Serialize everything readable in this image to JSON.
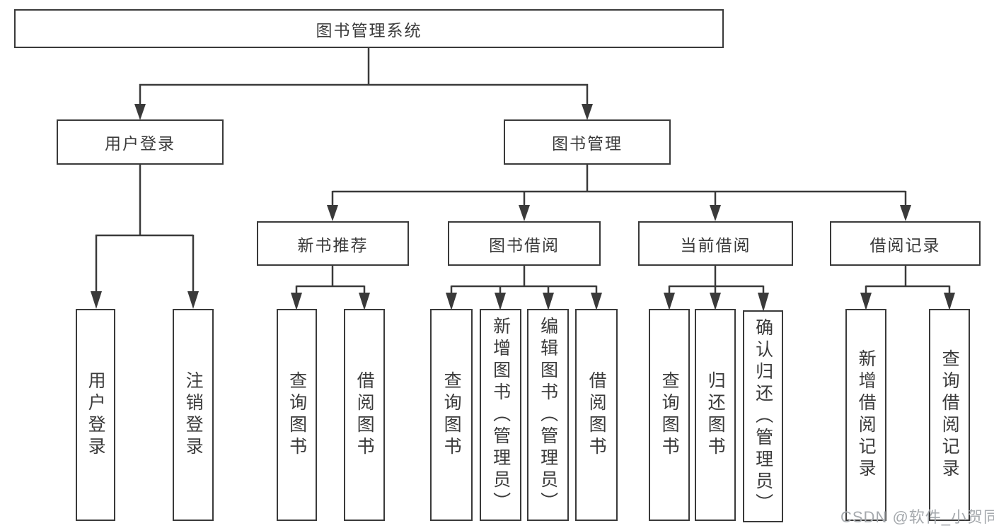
{
  "diagram": {
    "root": {
      "label": "图书管理系统"
    },
    "level2": [
      {
        "label": "用户登录"
      },
      {
        "label": "图书管理"
      }
    ],
    "level3": [
      {
        "label": "新书推荐"
      },
      {
        "label": "图书借阅"
      },
      {
        "label": "当前借阅"
      },
      {
        "label": "借阅记录"
      }
    ],
    "leaves": [
      {
        "label": "用户登录"
      },
      {
        "label": "注销登录"
      },
      {
        "label": "查询图书"
      },
      {
        "label": "借阅图书"
      },
      {
        "label": "查询图书"
      },
      {
        "label": "新增图书（管理员）"
      },
      {
        "label": "编辑图书（管理员）"
      },
      {
        "label": "借阅图书"
      },
      {
        "label": "查询图书"
      },
      {
        "label": "归还图书"
      },
      {
        "label": "确认归还（管理员）"
      },
      {
        "label": "新增借阅记录"
      },
      {
        "label": "查询借阅记录"
      }
    ]
  },
  "watermark": {
    "text": "CSDN @软件_小贺同学"
  },
  "colors": {
    "line": "#3a3a3a",
    "text": "#3b3b3b",
    "background": "#ffffff",
    "watermark": "#a6aaae"
  }
}
